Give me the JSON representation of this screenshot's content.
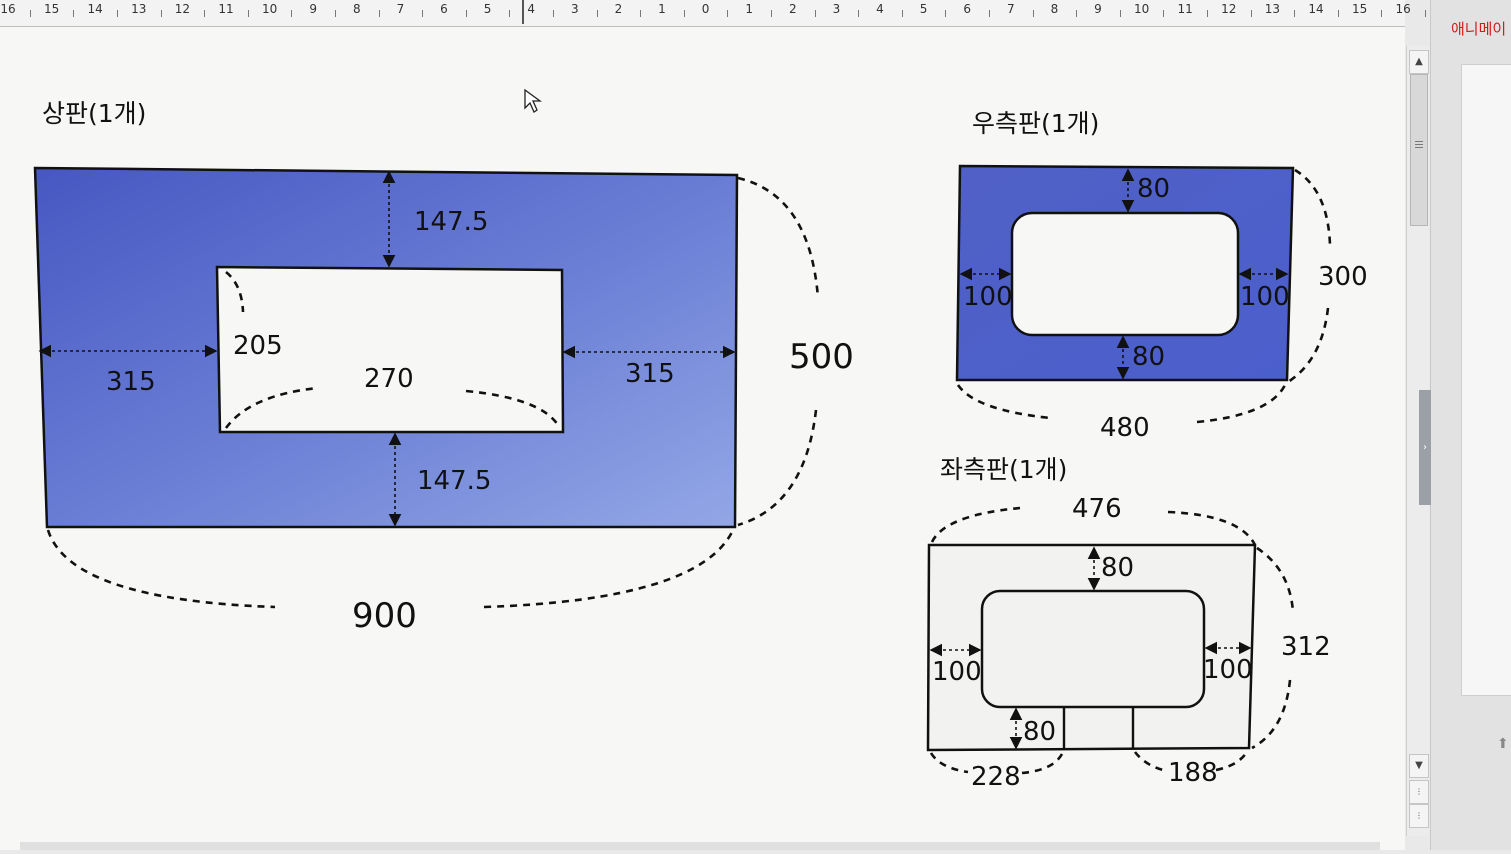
{
  "ruler": {
    "labels": [
      "16",
      "15",
      "14",
      "13",
      "12",
      "11",
      "10",
      "9",
      "8",
      "7",
      "6",
      "5",
      "4",
      "3",
      "2",
      "1",
      "0",
      "1",
      "2",
      "3",
      "4",
      "5",
      "6",
      "7",
      "8",
      "9",
      "10",
      "11",
      "12",
      "13",
      "14",
      "15",
      "16"
    ]
  },
  "side_panel": {
    "tab_label": "애니메이"
  },
  "scrollbar": {
    "up_arrow": "▲",
    "down_arrow": "▼"
  },
  "colors": {
    "panel_fill_dark": "#4a5cc4",
    "panel_fill_light": "#9aa9e8",
    "panel_opening": "#f7f7f5",
    "tab_red": "#d21d1d"
  },
  "diagram": {
    "top_panel": {
      "title": "상판(1개)",
      "dim_top": "147.5",
      "dim_bottom": "147.5",
      "dim_left": "315",
      "dim_right": "315",
      "dim_opening_height": "205",
      "dim_opening_width": "270",
      "dim_height": "500",
      "dim_width": "900"
    },
    "right_panel": {
      "title": "우측판(1개)",
      "dim_top": "80",
      "dim_bottom": "80",
      "dim_left": "100",
      "dim_right": "100",
      "dim_height": "300",
      "dim_width": "480"
    },
    "left_panel": {
      "title": "좌측판(1개)",
      "dim_width": "476",
      "dim_top": "80",
      "dim_bottom": "80",
      "dim_left": "100",
      "dim_right": "100",
      "dim_height": "312",
      "dim_bottom_left": "228",
      "dim_bottom_right": "188"
    }
  }
}
